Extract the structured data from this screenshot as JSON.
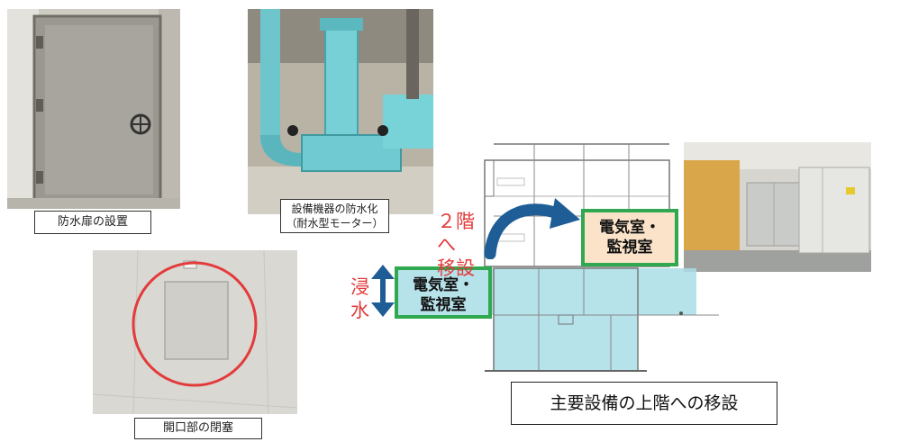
{
  "captions": {
    "door": "防水扉の設置",
    "motor": "設備機器の防水化\n（耐水型モーター）",
    "opening": "開口部の閉塞"
  },
  "relocation": {
    "upper_room": "電気室・\n監視室",
    "lower_room": "電気室・\n監視室",
    "move_label": "２階へ\n移設",
    "flood_label": "浸\n水",
    "title": "主要設備の上階への移設"
  },
  "colors": {
    "accent_green": "#2fa84f",
    "accent_red": "#e23b3b",
    "flood_blue": "#a9dde6",
    "arrow_blue": "#1f5d96",
    "upper_room_fill": "#fbe3c9"
  }
}
